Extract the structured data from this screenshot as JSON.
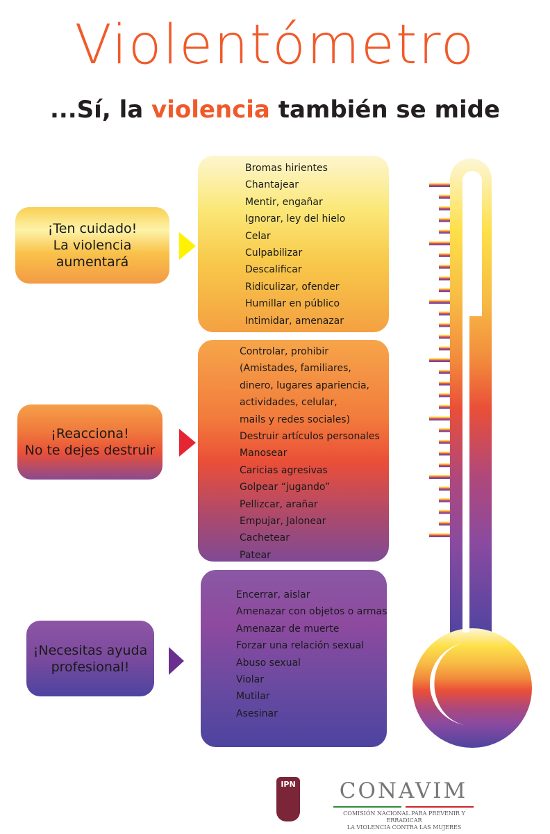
{
  "title": "Violentómetro",
  "subtitle": {
    "pre": "...Sí, la ",
    "highlight": "violencia",
    "post": " también se mide"
  },
  "levels": [
    {
      "label_line1": "¡Ten cuidado!",
      "label_line2": "La violencia aumentará",
      "items": [
        "Bromas hirientes",
        "Chantajear",
        "Mentir, engañar",
        "Ignorar, ley del hielo",
        "Celar",
        "Culpabilizar",
        "Descalificar",
        "Ridiculizar, ofender",
        "Humillar en público",
        "Intimidar, amenazar"
      ]
    },
    {
      "label_line1": "¡Reacciona!",
      "label_line2": "No te dejes destruir",
      "items": [
        "Controlar, prohibir",
        "(Amistades, familiares,",
        "dinero, lugares apariencia,",
        "actividades, celular,",
        "mails y redes sociales)",
        "Destruir artículos personales",
        "Manosear",
        "Caricias agresivas",
        "Golpear “jugando”",
        "Pellizcar, arañar",
        "Empujar, Jalonear",
        "Cachetear",
        "Patear"
      ]
    },
    {
      "label_line1": "¡Necesitas ayuda",
      "label_line2": "profesional!",
      "items": [
        "Encerrar, aislar",
        "Amenazar con objetos o armas",
        "Amenazar de muerte",
        "Forzar una relación sexual",
        "Abuso sexual",
        "Violar",
        "Mutilar",
        "Asesinar"
      ]
    }
  ],
  "footer": {
    "ipn_logo_text": "IPN",
    "conavim_name": "CONAVIM",
    "conavim_line1": "COMISIÓN NACIONAL PARA PREVENIR Y ERRADICAR",
    "conavim_line2": "LA VIOLENCIA CONTRA LAS MUJERES"
  },
  "colors": {
    "title": "#f05a2a",
    "level1_arrow": "#fff200",
    "level2_arrow": "#e52531",
    "level3_arrow": "#6b2f8f"
  }
}
